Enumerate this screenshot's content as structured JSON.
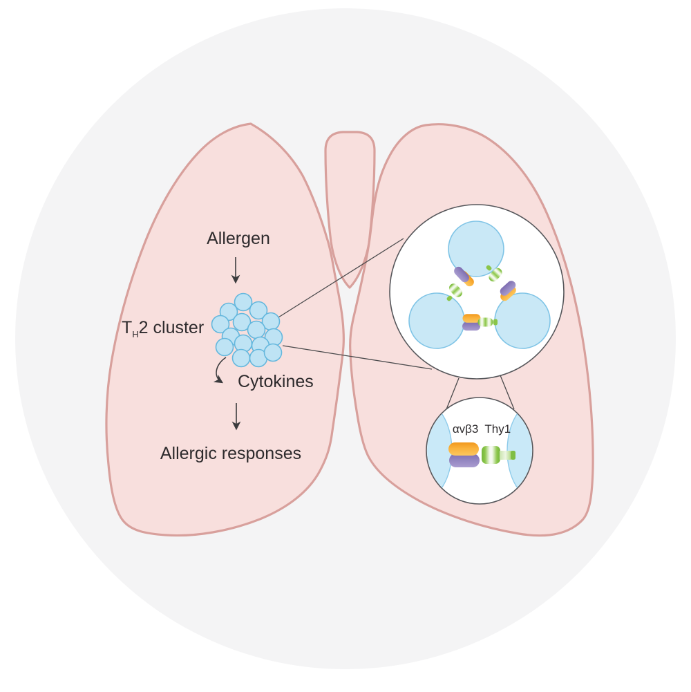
{
  "diagram": {
    "labels": {
      "allergen": "Allergen",
      "th2_t": "T",
      "th2_sub": "H",
      "th2_rest": "2 cluster",
      "cytokines": "Cytokines",
      "allergic_responses": "Allergic responses",
      "avb3": "αvβ3",
      "thy1": "Thy1"
    },
    "colors": {
      "background": "#FFFFFF",
      "disc": "#F4F4F5",
      "lung_fill": "#F8DFDD",
      "lung_outline": "#D8A09C",
      "cell_fill": "#C9E8F6",
      "cell_outline": "#7FC4E6",
      "cluster_fill": "#BEE3F4",
      "cluster_outline": "#64B7DD",
      "integrin_yellow": "#FAB23C",
      "integrin_purple": "#9487C1",
      "thy1_green": "#8CC64B",
      "membrane_blue": "#C9E9F8",
      "inset_outline": "#55565A",
      "connector_line": "#4A4A4C",
      "arrow": "#3B3B3D",
      "text": "#2D2A2C"
    }
  }
}
